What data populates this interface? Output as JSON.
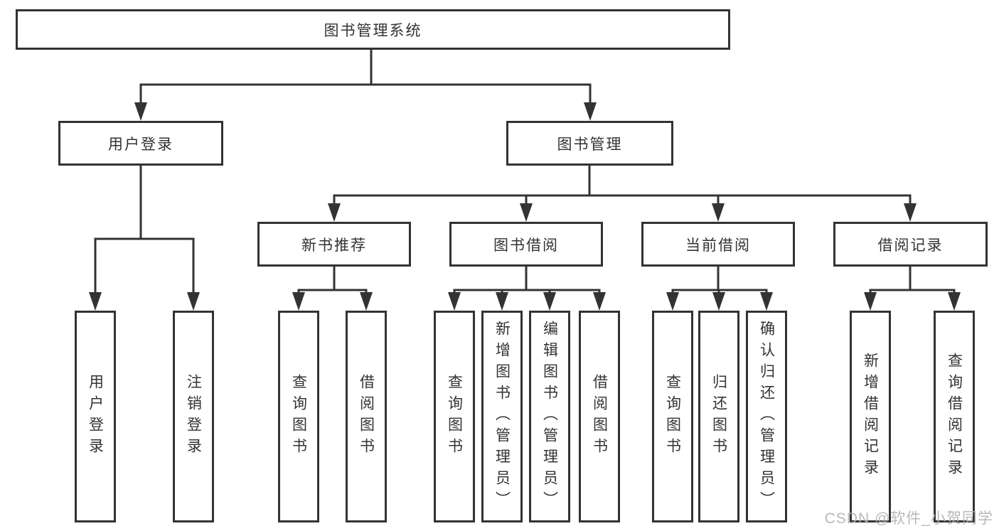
{
  "diagram": {
    "root": {
      "label": "图书管理系统"
    },
    "branches": [
      {
        "label": "用户登录",
        "children": [
          {
            "label": "用户登录"
          },
          {
            "label": "注销登录"
          }
        ]
      },
      {
        "label": "图书管理",
        "groups": [
          {
            "label": "新书推荐",
            "children": [
              {
                "label": "查询图书"
              },
              {
                "label": "借阅图书"
              }
            ]
          },
          {
            "label": "图书借阅",
            "children": [
              {
                "label": "查询图书"
              },
              {
                "label": "新增图书（管理员）"
              },
              {
                "label": "编辑图书（管理员）"
              },
              {
                "label": "借阅图书"
              }
            ]
          },
          {
            "label": "当前借阅",
            "children": [
              {
                "label": "查询图书"
              },
              {
                "label": "归还图书"
              },
              {
                "label": "确认归还（管理员）"
              }
            ]
          },
          {
            "label": "借阅记录",
            "children": [
              {
                "label": "新增借阅记录"
              },
              {
                "label": "查询借阅记录"
              }
            ]
          }
        ]
      }
    ]
  },
  "watermark": {
    "text": "CSDN @软件_小贺同学",
    "color": "#b3b3b3"
  },
  "colors": {
    "line": "#333333",
    "box_border": "#333333",
    "text": "#333333",
    "background": "#ffffff"
  }
}
